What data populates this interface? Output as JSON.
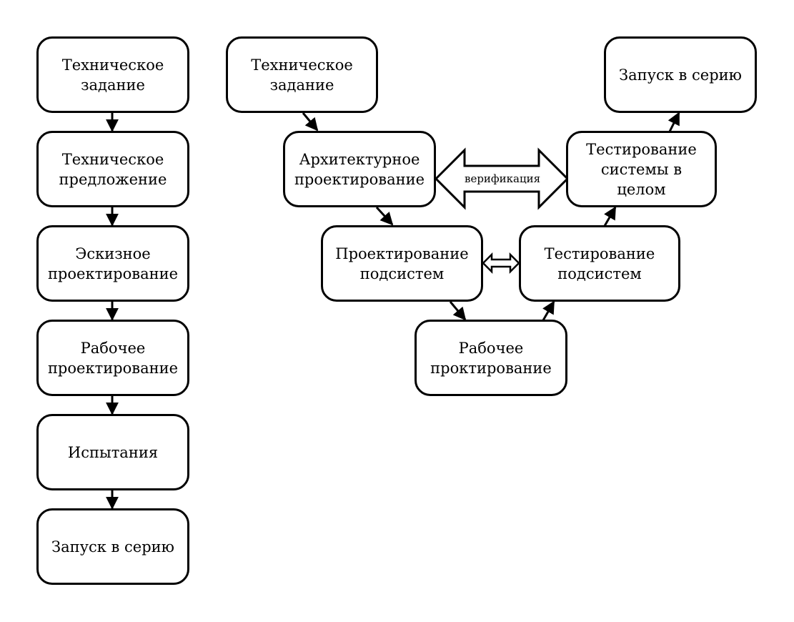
{
  "waterfall": {
    "steps": [
      "Техническое\nзадание",
      "Техническое\nпредложение",
      "Эскизное\nпроектирование",
      "Рабочее\nпроектирование",
      "Испытания",
      "Запуск в серию"
    ]
  },
  "vmodel": {
    "tech_spec": "Техническое\nзадание",
    "arch_design": "Архитектурное\nпроектирование",
    "subsystem_design": "Проектирование\nподсистем",
    "detail_design": "Рабочее\nпроктирование",
    "subsystem_testing": "Тестирование\nподсистем",
    "system_testing": "Тестирование\nсистемы в\nцелом",
    "serial_launch": "Запуск в серию",
    "verification_label": "верификация"
  }
}
